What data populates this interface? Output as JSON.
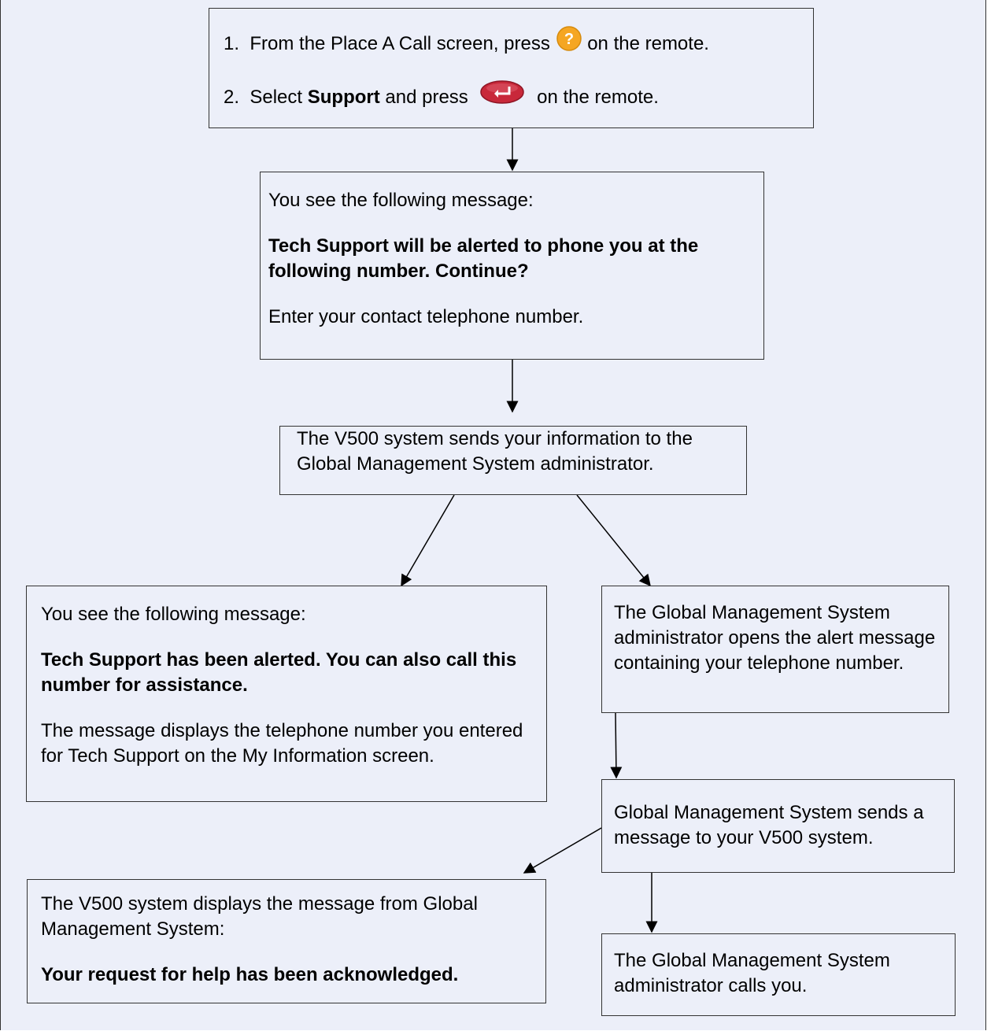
{
  "step1": {
    "prefix": "From the Place A Call screen, press",
    "suffix": "on the remote.",
    "icon": "help-question-icon",
    "icon_color": "#f5a623"
  },
  "step2": {
    "prefix": "Select",
    "bold": "Support",
    "mid": "and press",
    "suffix": "on the remote.",
    "icon": "enter-key-icon",
    "icon_color": "#c8283a"
  },
  "box_message": {
    "intro": "You see the following message:",
    "bold": "Tech Support will be alerted to phone you at the following number. Continue?",
    "instruction": "Enter your contact telephone number."
  },
  "box_send": {
    "text": "The V500 system sends your information to the Global Management System administrator."
  },
  "box_alerted": {
    "intro": "You see the following message:",
    "bold": "Tech Support has been alerted. You can also call this number for assistance.",
    "detail": "The message displays the telephone number you entered for Tech Support on the My Information screen."
  },
  "box_admin_opens": {
    "text": "The Global Management System administrator opens the alert message containing your telephone number."
  },
  "box_gms_sends": {
    "text": "Global Management System sends a message to your V500 system."
  },
  "box_displays": {
    "text": "The V500 system displays the message from Global Management System:",
    "bold": "Your request for help has been acknowledged."
  },
  "box_calls": {
    "text": "The Global Management System administrator calls you."
  },
  "colors": {
    "background": "#eceff9",
    "border": "#333333"
  }
}
